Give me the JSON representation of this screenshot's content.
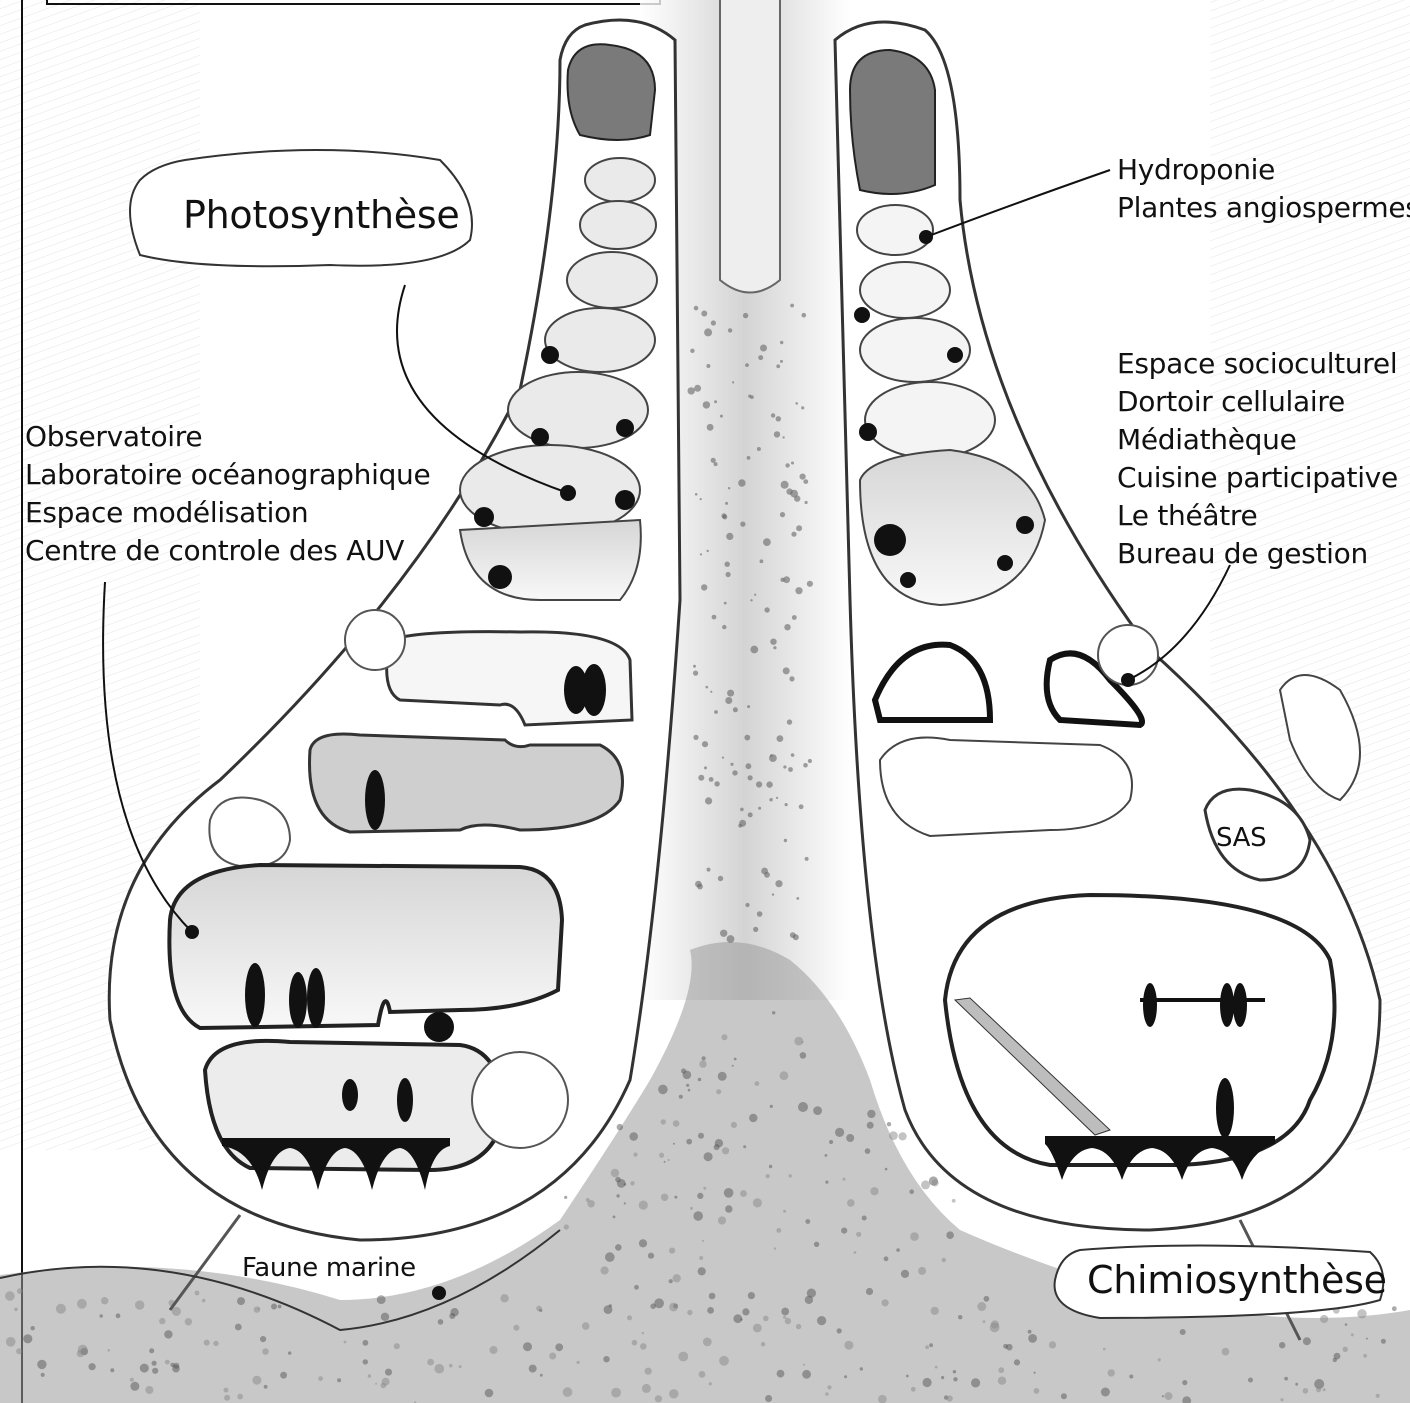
{
  "labels": {
    "photosynthese": "Photosynthèse",
    "chimiosynthese": "Chimiosynthèse",
    "faune_marine": "Faune marine",
    "sas": "SAS"
  },
  "left_functions": [
    "Observatoire",
    "Laboratoire océanographique",
    "Espace modélisation",
    "Centre de controle des AUV"
  ],
  "right_top_functions": [
    "Hydroponie",
    "Plantes angiospermes"
  ],
  "right_mid_functions": [
    "Espace socioculturel",
    "Dortoir cellulaire",
    "Médiathèque",
    "Cuisine participative",
    "Le théâtre",
    "Bureau de gestion"
  ],
  "colors": {
    "ink": "#111111",
    "sediment": "#8a8a8a",
    "hull": "#ffffff",
    "shadow": "#6e6e6e"
  }
}
